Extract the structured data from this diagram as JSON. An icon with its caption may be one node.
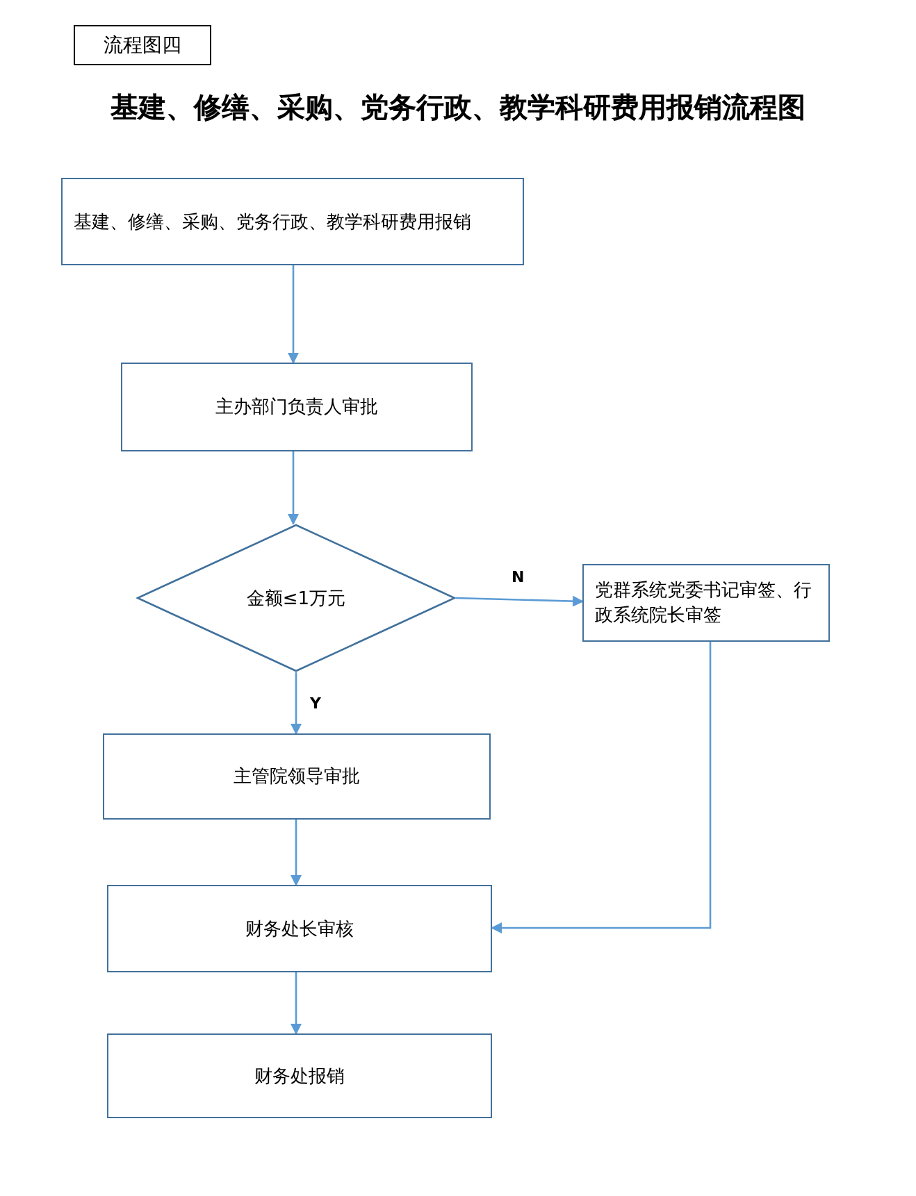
{
  "diagram": {
    "title": "基建、修缮、采购、党务行政、教学科研费用报销流程图",
    "nodes": [
      {
        "text": [
          "流程图四"
        ]
      },
      {
        "text": [
          "基建、修缮、采购、党务行政、教学科研费用报销"
        ]
      },
      {
        "text": [
          "主办部门负责人审批"
        ]
      },
      {
        "text": [
          "金额≤1万元"
        ]
      },
      {
        "text": [
          "党群系统党委书记审签、行政系统院长审签"
        ]
      },
      {
        "text": [
          "主管院领导审批"
        ]
      },
      {
        "text": [
          "财务处长审核"
        ]
      },
      {
        "text": [
          "财务处报销"
        ]
      }
    ],
    "edges": [
      {
        "from": 1,
        "to": 2,
        "arrow": "to"
      },
      {
        "from": 2,
        "to": 3,
        "arrow": "to"
      },
      {
        "from": 3,
        "to": 4,
        "arrow": "to",
        "label": "N"
      },
      {
        "from": 3,
        "to": 5,
        "arrow": "to",
        "label": "Y"
      },
      {
        "from": 5,
        "to": 6,
        "arrow": "to"
      },
      {
        "from": 4,
        "to": 6,
        "arrow": "to"
      },
      {
        "from": 6,
        "to": 7,
        "arrow": "to"
      }
    ]
  }
}
